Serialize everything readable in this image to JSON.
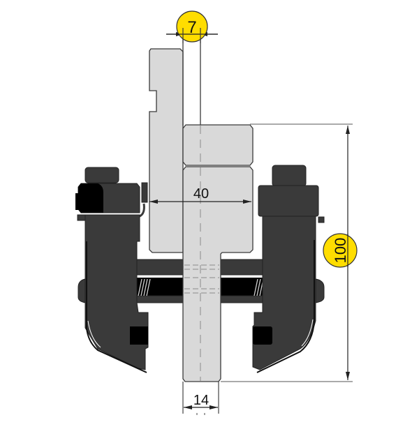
{
  "diagram": {
    "type": "technical-drawing",
    "subject": "press brake punch holder clamp with tool (front section view)",
    "colors": {
      "background": "#ffffff",
      "tool_fill": "#d9d9d9",
      "tool_stroke": "#3a3a3a",
      "clamp_fill": "#3a3a3a",
      "clamp_dark": "#000000",
      "badge_fill": "#ffdd00",
      "badge_stroke": "#333333",
      "dimension_line": "#222222",
      "centerline": "#777777"
    },
    "dimensions": {
      "tang_width": {
        "value": "7",
        "highlighted": true,
        "orientation": "horizontal"
      },
      "body_width": {
        "value": "40",
        "highlighted": false,
        "orientation": "horizontal"
      },
      "tool_height": {
        "value": "100",
        "highlighted": true,
        "orientation": "vertical"
      },
      "tip_width": {
        "value": "14",
        "highlighted": false,
        "orientation": "horizontal"
      }
    },
    "components": [
      {
        "name": "upper-adapter",
        "description": "light grey adapter with side notch"
      },
      {
        "name": "punch-tool",
        "description": "light grey tool with tang, chamfered body and narrow blade"
      },
      {
        "name": "left-clamp",
        "description": "dark clamp jaw with knob and spring"
      },
      {
        "name": "right-clamp",
        "description": "dark clamp jaw with knob and spring"
      },
      {
        "name": "clamp-bar",
        "description": "horizontal bar with springs passing through tool"
      }
    ]
  }
}
